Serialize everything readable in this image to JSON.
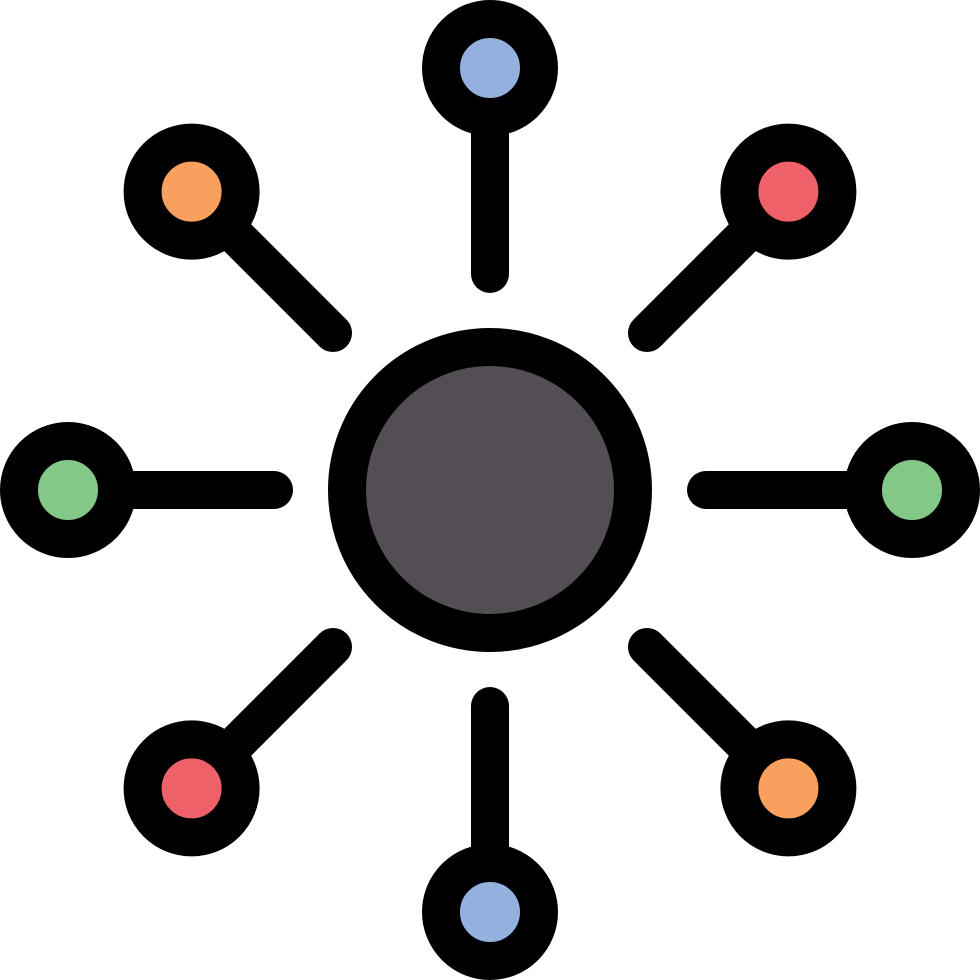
{
  "icon": {
    "name": "network-hub-icon",
    "colors": {
      "outline": "#000000",
      "hub_fill": "#524e54",
      "background": "#ffffff"
    },
    "nodes": [
      {
        "direction": "top",
        "fill": "#93b0de"
      },
      {
        "direction": "top-right",
        "fill": "#ee6169"
      },
      {
        "direction": "right",
        "fill": "#84c888"
      },
      {
        "direction": "bottom-right",
        "fill": "#f8a05d"
      },
      {
        "direction": "bottom",
        "fill": "#93b0de"
      },
      {
        "direction": "bottom-left",
        "fill": "#ee6169"
      },
      {
        "direction": "left",
        "fill": "#84c888"
      },
      {
        "direction": "top-left",
        "fill": "#f8a05d"
      }
    ]
  }
}
